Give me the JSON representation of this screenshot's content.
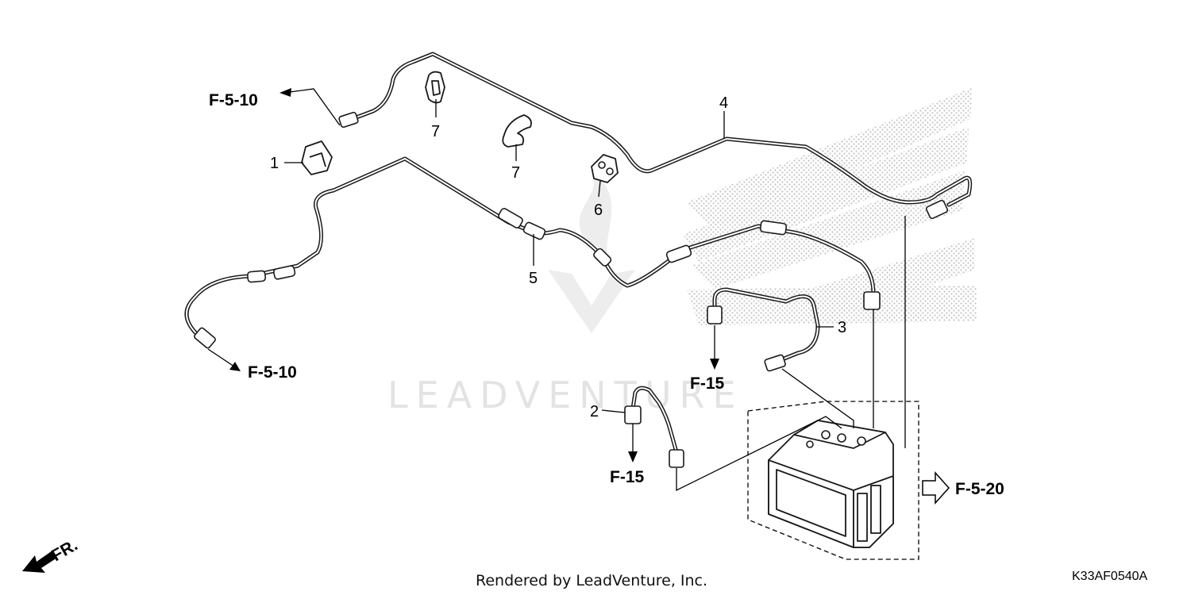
{
  "diagram": {
    "reference_labels": {
      "top_left": "F-5-10",
      "bottom_left": "F-5-10",
      "middle_right": "F-15",
      "bottom_middle": "F-15",
      "abs_unit": "F-5-20"
    },
    "part_callouts": {
      "clip_left": "1",
      "pipe_short": "2",
      "pipe_middle": "3",
      "pipe_long_top": "4",
      "pipe_long_lower": "5",
      "clamp": "6",
      "clip_top": "7",
      "clip_middle": "7"
    },
    "front_indicator": "FR.",
    "watermark": "LEADVENTURE",
    "footer": "Rendered by LeadVenture, Inc.",
    "diagram_code": "K33AF0540A"
  }
}
